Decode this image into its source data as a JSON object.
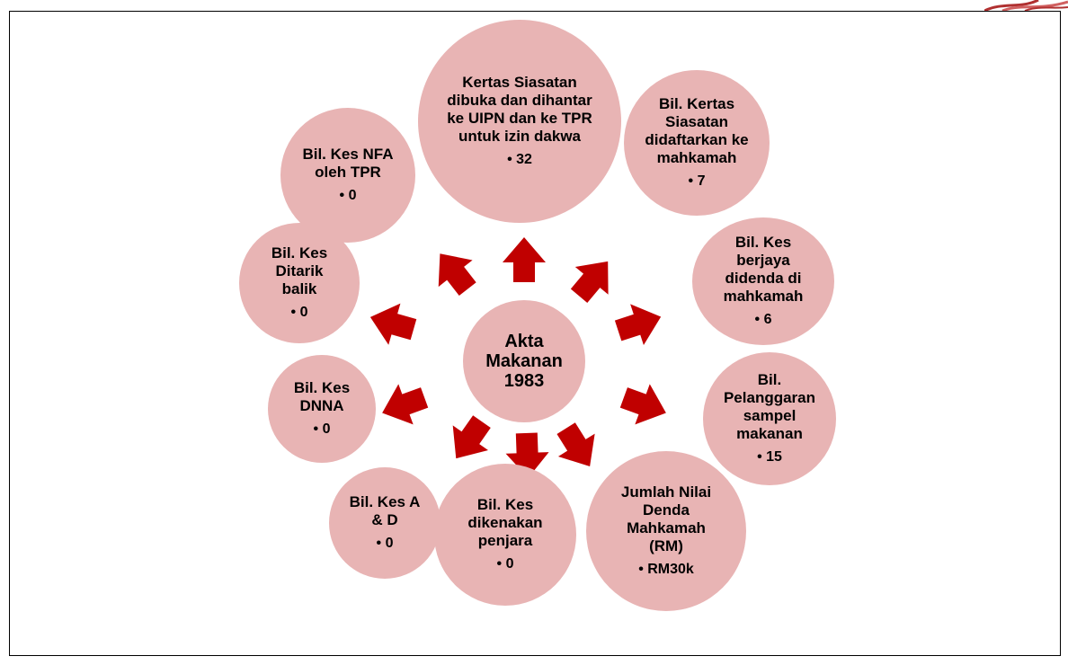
{
  "center": {
    "title": "Akta Makanan 1983"
  },
  "nodes": [
    {
      "id": "kertas-siasatan-dibuka",
      "label": "Kertas Siasatan dibuka dan dihantar ke UIPN dan ke TPR untuk izin dakwa",
      "value": "32"
    },
    {
      "id": "kertas-siasatan-didaftarkan",
      "label": "Bil. Kertas Siasatan didaftarkan ke mahkamah",
      "value": "7"
    },
    {
      "id": "kes-berjaya-didenda",
      "label": "Bil. Kes berjaya didenda di mahkamah",
      "value": "6"
    },
    {
      "id": "pelanggaran-sampel",
      "label": "Bil. Pelanggaran sampel makanan",
      "value": "15"
    },
    {
      "id": "jumlah-nilai-denda",
      "label": "Jumlah Nilai Denda Mahkamah (RM)",
      "value": "RM30k"
    },
    {
      "id": "kes-penjara",
      "label": "Bil. Kes dikenakan penjara",
      "value": "0"
    },
    {
      "id": "kes-a-d",
      "label": "Bil. Kes A & D",
      "value": "0"
    },
    {
      "id": "kes-dnna",
      "label": "Bil. Kes DNNA",
      "value": "0"
    },
    {
      "id": "kes-ditarik-balik",
      "label": "Bil. Kes Ditarik balik",
      "value": "0"
    },
    {
      "id": "kes-nfa",
      "label": "Bil. Kes NFA oleh TPR",
      "value": "0"
    }
  ],
  "colors": {
    "node_fill": "#e8b4b4",
    "arrow_fill": "#c00000"
  },
  "bullet": "•"
}
